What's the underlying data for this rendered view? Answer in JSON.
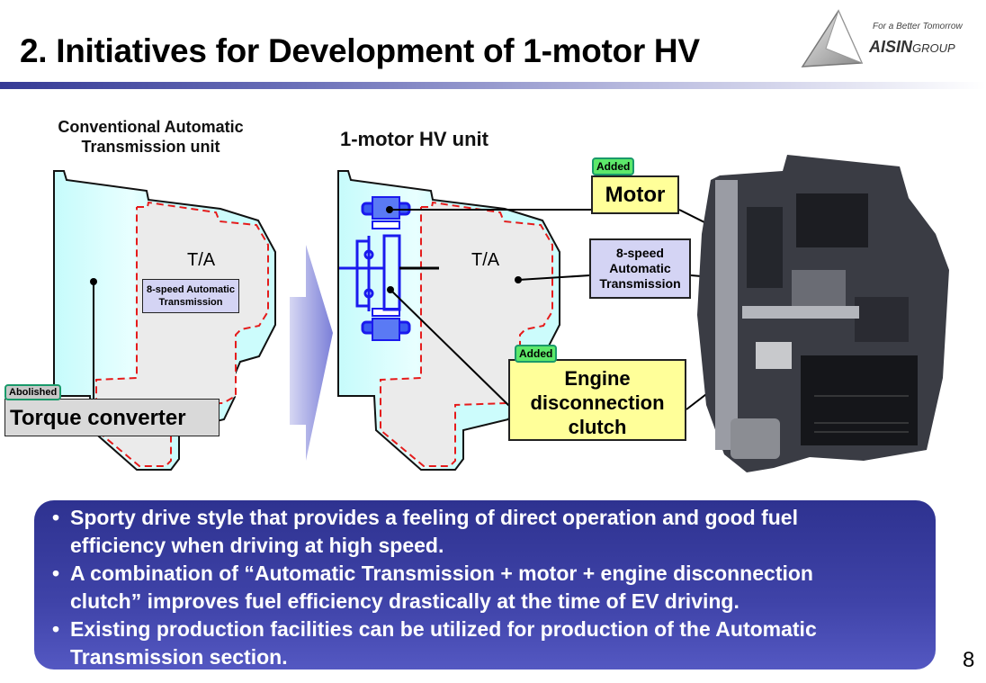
{
  "header": {
    "title": "2. Initiatives for Development of 1-motor HV",
    "logo_tagline": "For a Better Tomorrow",
    "logo_brand": "AISIN",
    "logo_group": "GROUP"
  },
  "left_diagram": {
    "caption_line1": "Conventional  Automatic",
    "caption_line2": "Transmission unit",
    "ta_label": "T/A",
    "at_box_line1": "8-speed Automatic",
    "at_box_line2": "Transmission",
    "abolished_tag": "Abolished",
    "torque_converter": "Torque converter"
  },
  "right_diagram": {
    "caption": "1-motor HV unit",
    "ta_label": "T/A",
    "motor_tag": "Added",
    "motor_label": "Motor",
    "at_line1": "8-speed",
    "at_line2": "Automatic",
    "at_line3": "Transmission",
    "clutch_tag": "Added",
    "clutch_line1": "Engine",
    "clutch_line2": "disconnection",
    "clutch_line3": "clutch"
  },
  "bullets": [
    {
      "line1": "Sporty drive style that provides a feeling of direct operation and good fuel",
      "line2": "efficiency when driving at high speed."
    },
    {
      "line1": "A combination of “Automatic Transmission + motor + engine disconnection",
      "line2": "clutch” improves fuel efficiency drastically at the time of EV driving."
    },
    {
      "line1": "Existing production facilities can be utilized for production of the Automatic",
      "line2": "Transmission section."
    }
  ],
  "page_number": "8",
  "colors": {
    "housing": "#ccfcfc",
    "dash": "#e51c1c",
    "tag_green": "#5de86a",
    "label_yellow": "#ffff99",
    "label_lavender": "#d4d4f4",
    "motor_blue": "#1a1aee"
  }
}
